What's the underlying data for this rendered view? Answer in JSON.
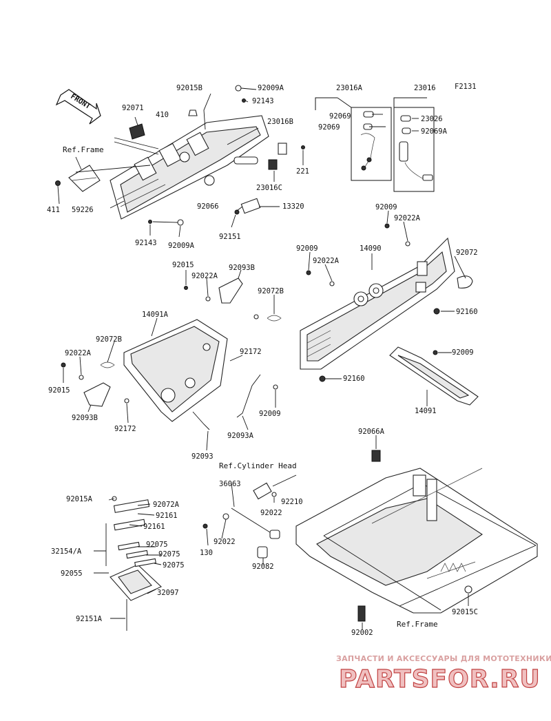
{
  "diagram_code": "F2131",
  "front_label": "FRONT",
  "labels": [
    {
      "id": "92015B_top",
      "text": "92015B"
    },
    {
      "id": "92009A_top",
      "text": "92009A"
    },
    {
      "id": "92143_top",
      "text": "92143"
    },
    {
      "id": "92071",
      "text": "92071"
    },
    {
      "id": "410",
      "text": "410"
    },
    {
      "id": "23016B",
      "text": "23016B"
    },
    {
      "id": "221",
      "text": "221"
    },
    {
      "id": "23016C",
      "text": "23016C"
    },
    {
      "id": "ref_frame_1",
      "text": "Ref.Frame"
    },
    {
      "id": "411",
      "text": "411"
    },
    {
      "id": "59226",
      "text": "59226"
    },
    {
      "id": "92066",
      "text": "92066"
    },
    {
      "id": "13320",
      "text": "13320"
    },
    {
      "id": "92151",
      "text": "92151"
    },
    {
      "id": "92143_bot",
      "text": "92143"
    },
    {
      "id": "92009A_bot",
      "text": "92009A"
    },
    {
      "id": "23016A",
      "text": "23016A"
    },
    {
      "id": "23016",
      "text": "23016"
    },
    {
      "id": "92069_a",
      "text": "92069"
    },
    {
      "id": "92069_b",
      "text": "92069"
    },
    {
      "id": "23026",
      "text": "23026"
    },
    {
      "id": "92069A",
      "text": "92069A"
    },
    {
      "id": "92009_r1",
      "text": "92009"
    },
    {
      "id": "92022A_r1",
      "text": "92022A"
    },
    {
      "id": "92009_r2",
      "text": "92009"
    },
    {
      "id": "14090",
      "text": "14090"
    },
    {
      "id": "92022A_r2",
      "text": "92022A"
    },
    {
      "id": "92072",
      "text": "92072"
    },
    {
      "id": "92160_a",
      "text": "92160"
    },
    {
      "id": "92009_r3",
      "text": "92009"
    },
    {
      "id": "92160_b",
      "text": "92160"
    },
    {
      "id": "14091",
      "text": "14091"
    },
    {
      "id": "92015_m",
      "text": "92015"
    },
    {
      "id": "92093B_m",
      "text": "92093B"
    },
    {
      "id": "92022A_m",
      "text": "92022A"
    },
    {
      "id": "92072B_m",
      "text": "92072B"
    },
    {
      "id": "14091A",
      "text": "14091A"
    },
    {
      "id": "92072B_l",
      "text": "92072B"
    },
    {
      "id": "92172_m",
      "text": "92172"
    },
    {
      "id": "92022A_l",
      "text": "92022A"
    },
    {
      "id": "92015_l",
      "text": "92015"
    },
    {
      "id": "92093B_l",
      "text": "92093B"
    },
    {
      "id": "92172_l",
      "text": "92172"
    },
    {
      "id": "92009_m",
      "text": "92009"
    },
    {
      "id": "92093A",
      "text": "92093A"
    },
    {
      "id": "92093",
      "text": "92093"
    },
    {
      "id": "92066A",
      "text": "92066A"
    },
    {
      "id": "ref_cyl_head",
      "text": "Ref.Cylinder Head"
    },
    {
      "id": "36063",
      "text": "36063"
    },
    {
      "id": "92210",
      "text": "92210"
    },
    {
      "id": "92022_a",
      "text": "92022"
    },
    {
      "id": "130",
      "text": "130"
    },
    {
      "id": "92022_b",
      "text": "92022"
    },
    {
      "id": "92082",
      "text": "92082"
    },
    {
      "id": "92015A",
      "text": "92015A"
    },
    {
      "id": "92072A",
      "text": "92072A"
    },
    {
      "id": "92161_a",
      "text": "92161"
    },
    {
      "id": "92161_b",
      "text": "92161"
    },
    {
      "id": "32154A",
      "text": "32154/A"
    },
    {
      "id": "92075_a",
      "text": "92075"
    },
    {
      "id": "92075_b",
      "text": "92075"
    },
    {
      "id": "92075_c",
      "text": "92075"
    },
    {
      "id": "92055",
      "text": "92055"
    },
    {
      "id": "32097",
      "text": "32097"
    },
    {
      "id": "92151A",
      "text": "92151A"
    },
    {
      "id": "92015C",
      "text": "92015C"
    },
    {
      "id": "92002",
      "text": "92002"
    },
    {
      "id": "ref_frame_2",
      "text": "Ref.Frame"
    }
  ],
  "watermark": {
    "tagline": "ЗАПЧАСТИ И АКСЕССУАРЫ ДЛЯ МОТОТЕХНИКИ",
    "logo": "PARTSFOR.RU"
  }
}
